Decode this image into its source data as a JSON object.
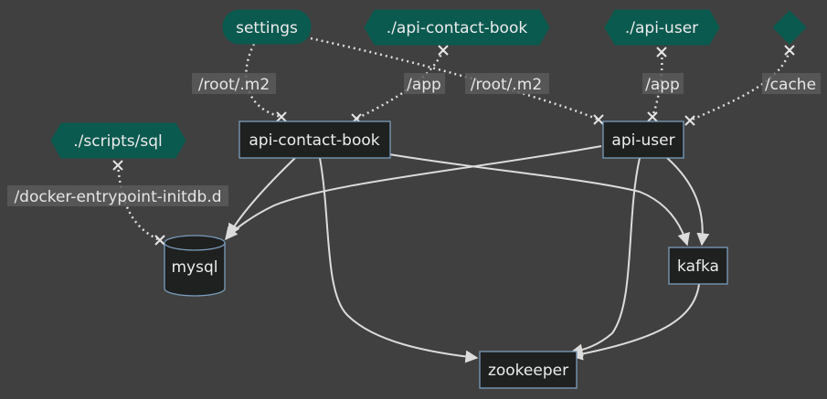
{
  "diagram": {
    "services": {
      "api_contact_book": "api-contact-book",
      "api_user": "api-user",
      "mysql": "mysql",
      "kafka": "kafka",
      "zookeeper": "zookeeper"
    },
    "volumes": {
      "settings": "settings",
      "api_contact_book_dir": "./api-contact-book",
      "api_user_dir": "./api-user",
      "scripts_sql": "./scripts/sql",
      "cache": ""
    },
    "mount_labels": {
      "settings_to_contact_book": "/root/.m2",
      "contact_book_dir_to_contact_book": "/app",
      "settings_to_api_user": "/root/.m2",
      "api_user_dir_to_api_user": "/app",
      "cache_to_api_user": "/cache",
      "scripts_to_mysql": "/docker-entrypoint-initdb.d"
    },
    "colors": {
      "background": "#404040",
      "service_fill": "#1f2020",
      "service_border": "#7a9dbd",
      "volume_fill": "#0b5a4f",
      "edge": "#dcdcdc"
    }
  }
}
